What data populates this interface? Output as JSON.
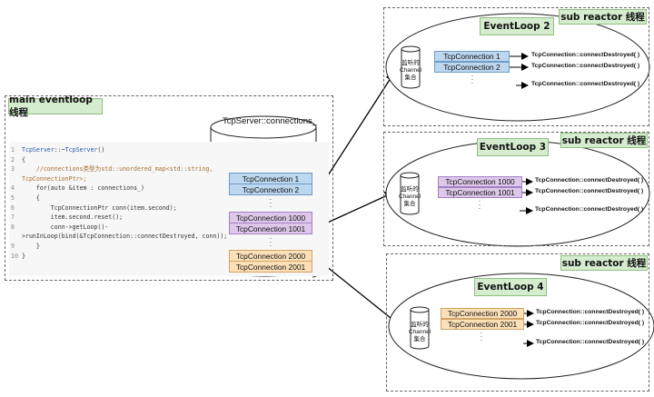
{
  "main_label": "main eventloop 线程",
  "server_title": "TcpServer::connections_",
  "code_lines": [
    {
      "n": "1",
      "parts": [
        {
          "t": "TcpServer",
          "c": "kw"
        },
        {
          "t": "::~",
          "c": ""
        },
        {
          "t": "TcpServer",
          "c": "kw"
        },
        {
          "t": "()",
          "c": ""
        }
      ]
    },
    {
      "n": "2",
      "parts": [
        {
          "t": "{",
          "c": ""
        }
      ]
    },
    {
      "n": "3",
      "parts": [
        {
          "t": "    //connections类型为std::unordered_map<std::string,",
          "c": "cm"
        }
      ]
    },
    {
      "n": "",
      "parts": [
        {
          "t": "TcpConnectionPtr>;",
          "c": "cm"
        }
      ]
    },
    {
      "n": "4",
      "parts": [
        {
          "t": "    for(auto &item : connections_)",
          "c": ""
        }
      ]
    },
    {
      "n": "5",
      "parts": [
        {
          "t": "    {",
          "c": ""
        }
      ]
    },
    {
      "n": "6",
      "parts": [
        {
          "t": "        TcpConnectionPtr conn(item.second);",
          "c": ""
        }
      ]
    },
    {
      "n": "7",
      "parts": [
        {
          "t": "        item.second.reset();",
          "c": ""
        }
      ]
    },
    {
      "n": "8",
      "parts": [
        {
          "t": "        conn->getLoop()-",
          "c": ""
        }
      ]
    },
    {
      "n": "",
      "parts": [
        {
          "t": ">runInLoop(bind(&TcpConnection::connectDestroyed, conn));",
          "c": ""
        }
      ]
    },
    {
      "n": "9",
      "parts": [
        {
          "t": "    }",
          "c": ""
        }
      ]
    },
    {
      "n": "10",
      "parts": [
        {
          "t": "}",
          "c": ""
        }
      ]
    }
  ],
  "server_conns": [
    "TcpConnection 1",
    "TcpConnection 2",
    "TcpConnection 1000",
    "TcpConnection 1001",
    "TcpConnection 2000",
    "TcpConnection 2001"
  ],
  "loops": [
    {
      "sub_label": "sub reactor 线程",
      "name": "EventLoop 2",
      "channel": "监听的\nChannel\n集合",
      "conns": [
        "TcpConnection 1",
        "TcpConnection 2"
      ],
      "destroy": "TcpConnection::connectDestroyed( )"
    },
    {
      "sub_label": "sub reactor 线程",
      "name": "EventLoop 3",
      "channel": "监听的\nChannel\n集合",
      "conns": [
        "TcpConnection 1000",
        "TcpConnection 1001"
      ],
      "destroy": "TcpConnection::connectDestroyed( )"
    },
    {
      "sub_label": "sub reactor 线程",
      "name": "EventLoop 4",
      "channel": "监听的\nChannel\n集合",
      "conns": [
        "TcpConnection 2000",
        "TcpConnection 2001"
      ],
      "destroy": "TcpConnection::connectDestroyed( )"
    }
  ],
  "colors": {
    "blue": "#bdd7ee",
    "purple": "#ddc8ea",
    "orange": "#fbe0b8",
    "green": "#d5eccf"
  }
}
